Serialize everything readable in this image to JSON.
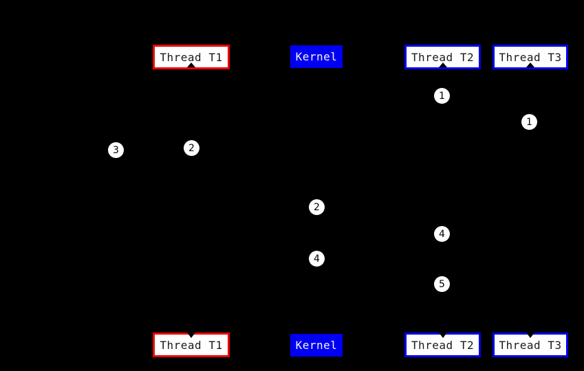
{
  "diagram": {
    "background_color": "#000000",
    "colors": {
      "thread_t1_border": "#ee0000",
      "thread_t2_t3_border": "#0000ee",
      "kernel_fill": "#0000f2",
      "box_fill": "#ffffff",
      "box_text": "#1a1a1a",
      "kernel_text": "#f5f5f5",
      "marker_fill": "#ffffff",
      "marker_text": "#000000"
    },
    "top_row": [
      {
        "label": "Thread T1"
      },
      {
        "label": "Kernel"
      },
      {
        "label": "Thread T2"
      },
      {
        "label": "Thread T3"
      }
    ],
    "bottom_row": [
      {
        "label": "Thread T1"
      },
      {
        "label": "Kernel"
      },
      {
        "label": "Thread T2"
      },
      {
        "label": "Thread T3"
      }
    ],
    "markers": [
      {
        "label": "1"
      },
      {
        "label": "1"
      },
      {
        "label": "2"
      },
      {
        "label": "3"
      },
      {
        "label": "2"
      },
      {
        "label": "4"
      },
      {
        "label": "4"
      },
      {
        "label": "5"
      }
    ]
  }
}
